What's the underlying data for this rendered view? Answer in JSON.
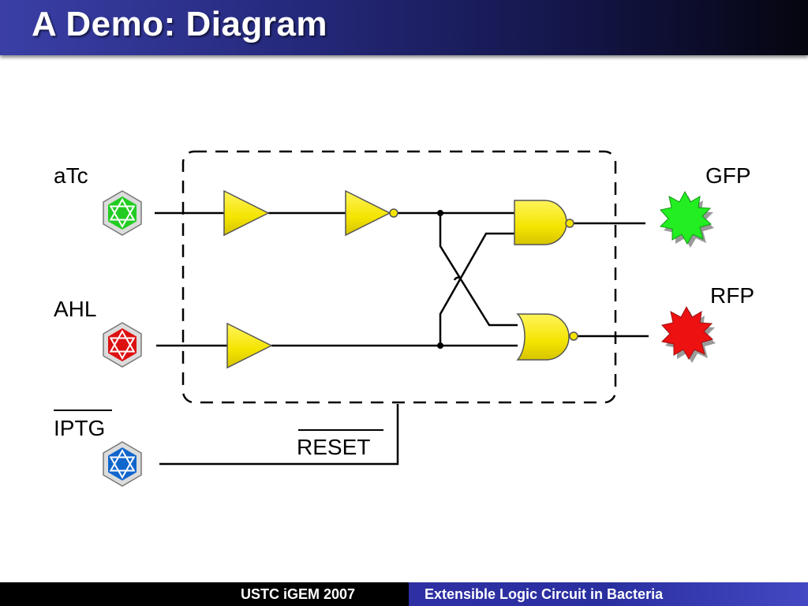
{
  "slide": {
    "title": "A Demo: Diagram"
  },
  "diagram": {
    "inputs": [
      "aTc",
      "AHL",
      "IPTG"
    ],
    "outputs": [
      "GFP",
      "RFP"
    ],
    "reset_label": "RESET",
    "colors": {
      "atc": "#22cc22",
      "ahl": "#dd1111",
      "iptg": "#1166cc",
      "gate_fill": "#f4e400",
      "gfp": "#22ee22",
      "rfp": "#ee1111"
    }
  },
  "footer": {
    "left": "USTC iGEM 2007",
    "right": "Extensible Logic Circuit in Bacteria"
  }
}
